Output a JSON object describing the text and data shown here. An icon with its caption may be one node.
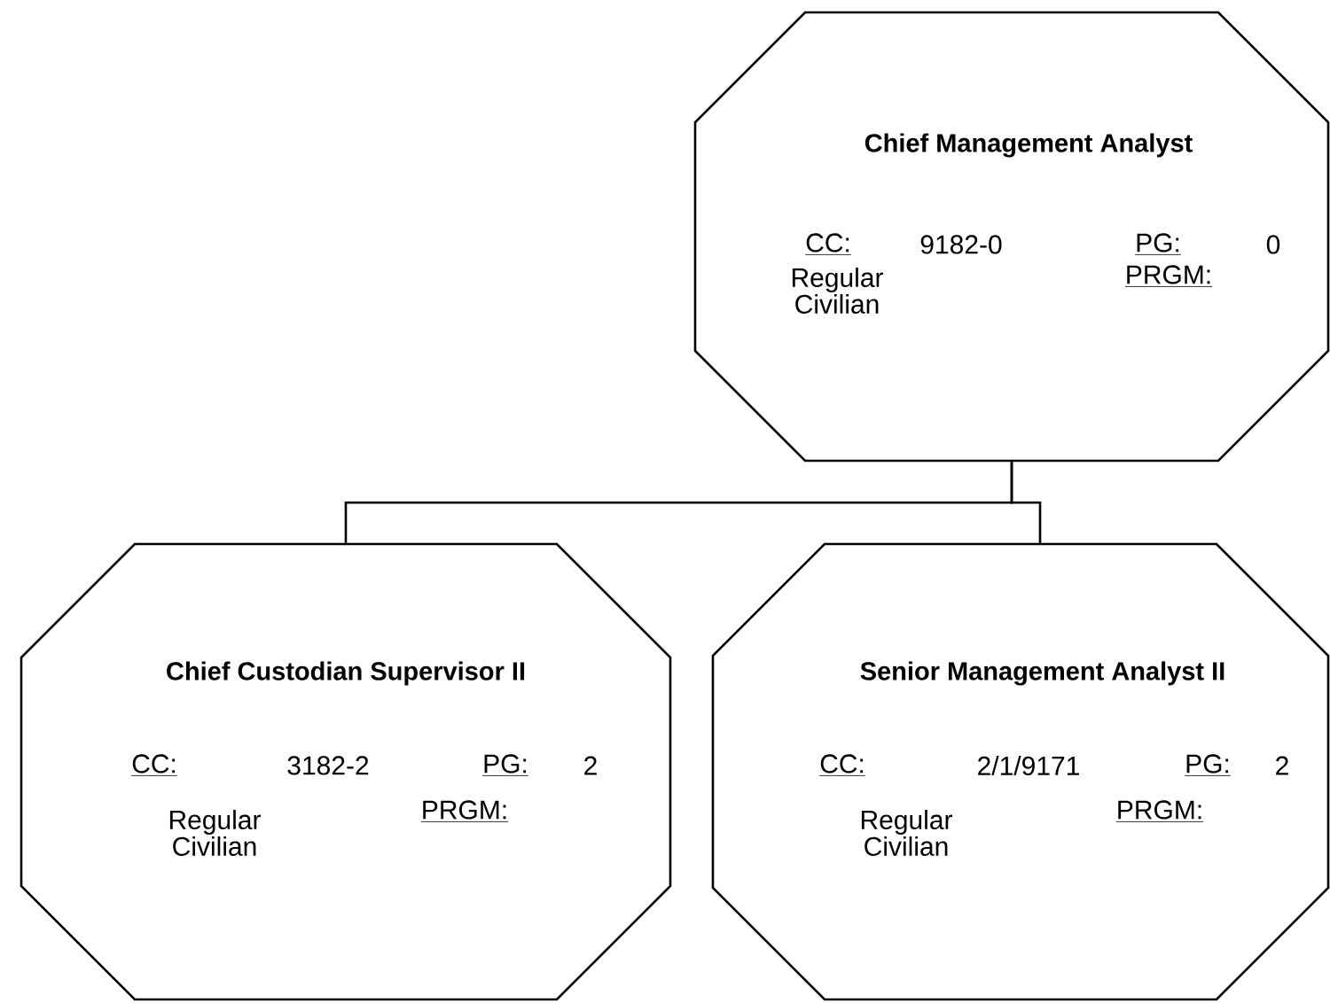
{
  "diagram": {
    "nodes": [
      {
        "text": [
          "Chief Management Analyst",
          "CC:",
          "9182-0",
          "PG:",
          "0",
          "Regular Civilian",
          "PRGM:"
        ]
      },
      {
        "text": [
          "Chief Custodian Supervisor II",
          "CC:",
          "3182-2",
          "PG:",
          "2",
          "Regular Civilian",
          "PRGM:"
        ]
      },
      {
        "text": [
          "Senior Management Analyst II",
          "CC:",
          "2/1/9171",
          "PG:",
          "2",
          "Regular Civilian",
          "PRGM:"
        ]
      }
    ],
    "edges": [
      {
        "from": 0,
        "to": 1,
        "arrow": "none"
      },
      {
        "from": 0,
        "to": 2,
        "arrow": "none"
      }
    ]
  }
}
